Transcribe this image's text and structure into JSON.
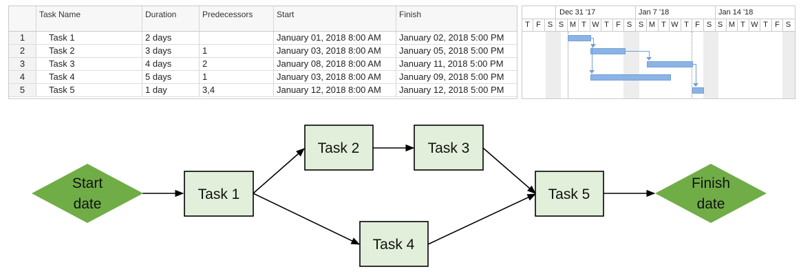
{
  "table": {
    "columns": [
      "",
      "Task Name",
      "Duration",
      "Predecessors",
      "Start",
      "Finish"
    ],
    "rows": [
      {
        "id": "1",
        "name": "Task 1",
        "duration": "2 days",
        "predecessors": "",
        "start": "January 01, 2018 8:00 AM",
        "finish": "January 02, 2018 5:00 PM"
      },
      {
        "id": "2",
        "name": "Task 2",
        "duration": "3 days",
        "predecessors": "1",
        "start": "January 03, 2018 8:00 AM",
        "finish": "January 05, 2018 5:00 PM"
      },
      {
        "id": "3",
        "name": "Task 3",
        "duration": "4 days",
        "predecessors": "2",
        "start": "January 08, 2018 8:00 AM",
        "finish": "January 11, 2018 5:00 PM"
      },
      {
        "id": "4",
        "name": "Task 4",
        "duration": "5 days",
        "predecessors": "1",
        "start": "January 03, 2018 8:00 AM",
        "finish": "January 09, 2018 5:00 PM"
      },
      {
        "id": "5",
        "name": "Task 5",
        "duration": "1 day",
        "predecessors": "3,4",
        "start": "January 12, 2018 8:00 AM",
        "finish": "January 12, 2018 5:00 PM"
      }
    ]
  },
  "gantt": {
    "week_labels": [
      "Dec 31 '17",
      "Jan 7 '18",
      "Jan 14 '18"
    ],
    "day_labels": [
      "T",
      "F",
      "S",
      "S",
      "M",
      "T",
      "W",
      "T",
      "F",
      "S",
      "S",
      "M",
      "T",
      "W",
      "T",
      "F",
      "S",
      "S",
      "M",
      "T",
      "W",
      "T",
      "F",
      "S"
    ],
    "bar_color": "#8bb4e5"
  },
  "diagram": {
    "start": {
      "line1": "Start",
      "line2": "date"
    },
    "finish": {
      "line1": "Finish",
      "line2": "date"
    },
    "tasks": [
      "Task 1",
      "Task 2",
      "Task 3",
      "Task 4",
      "Task 5"
    ],
    "milestone_color": "#70ad47",
    "task_fill": "#e2efda"
  }
}
